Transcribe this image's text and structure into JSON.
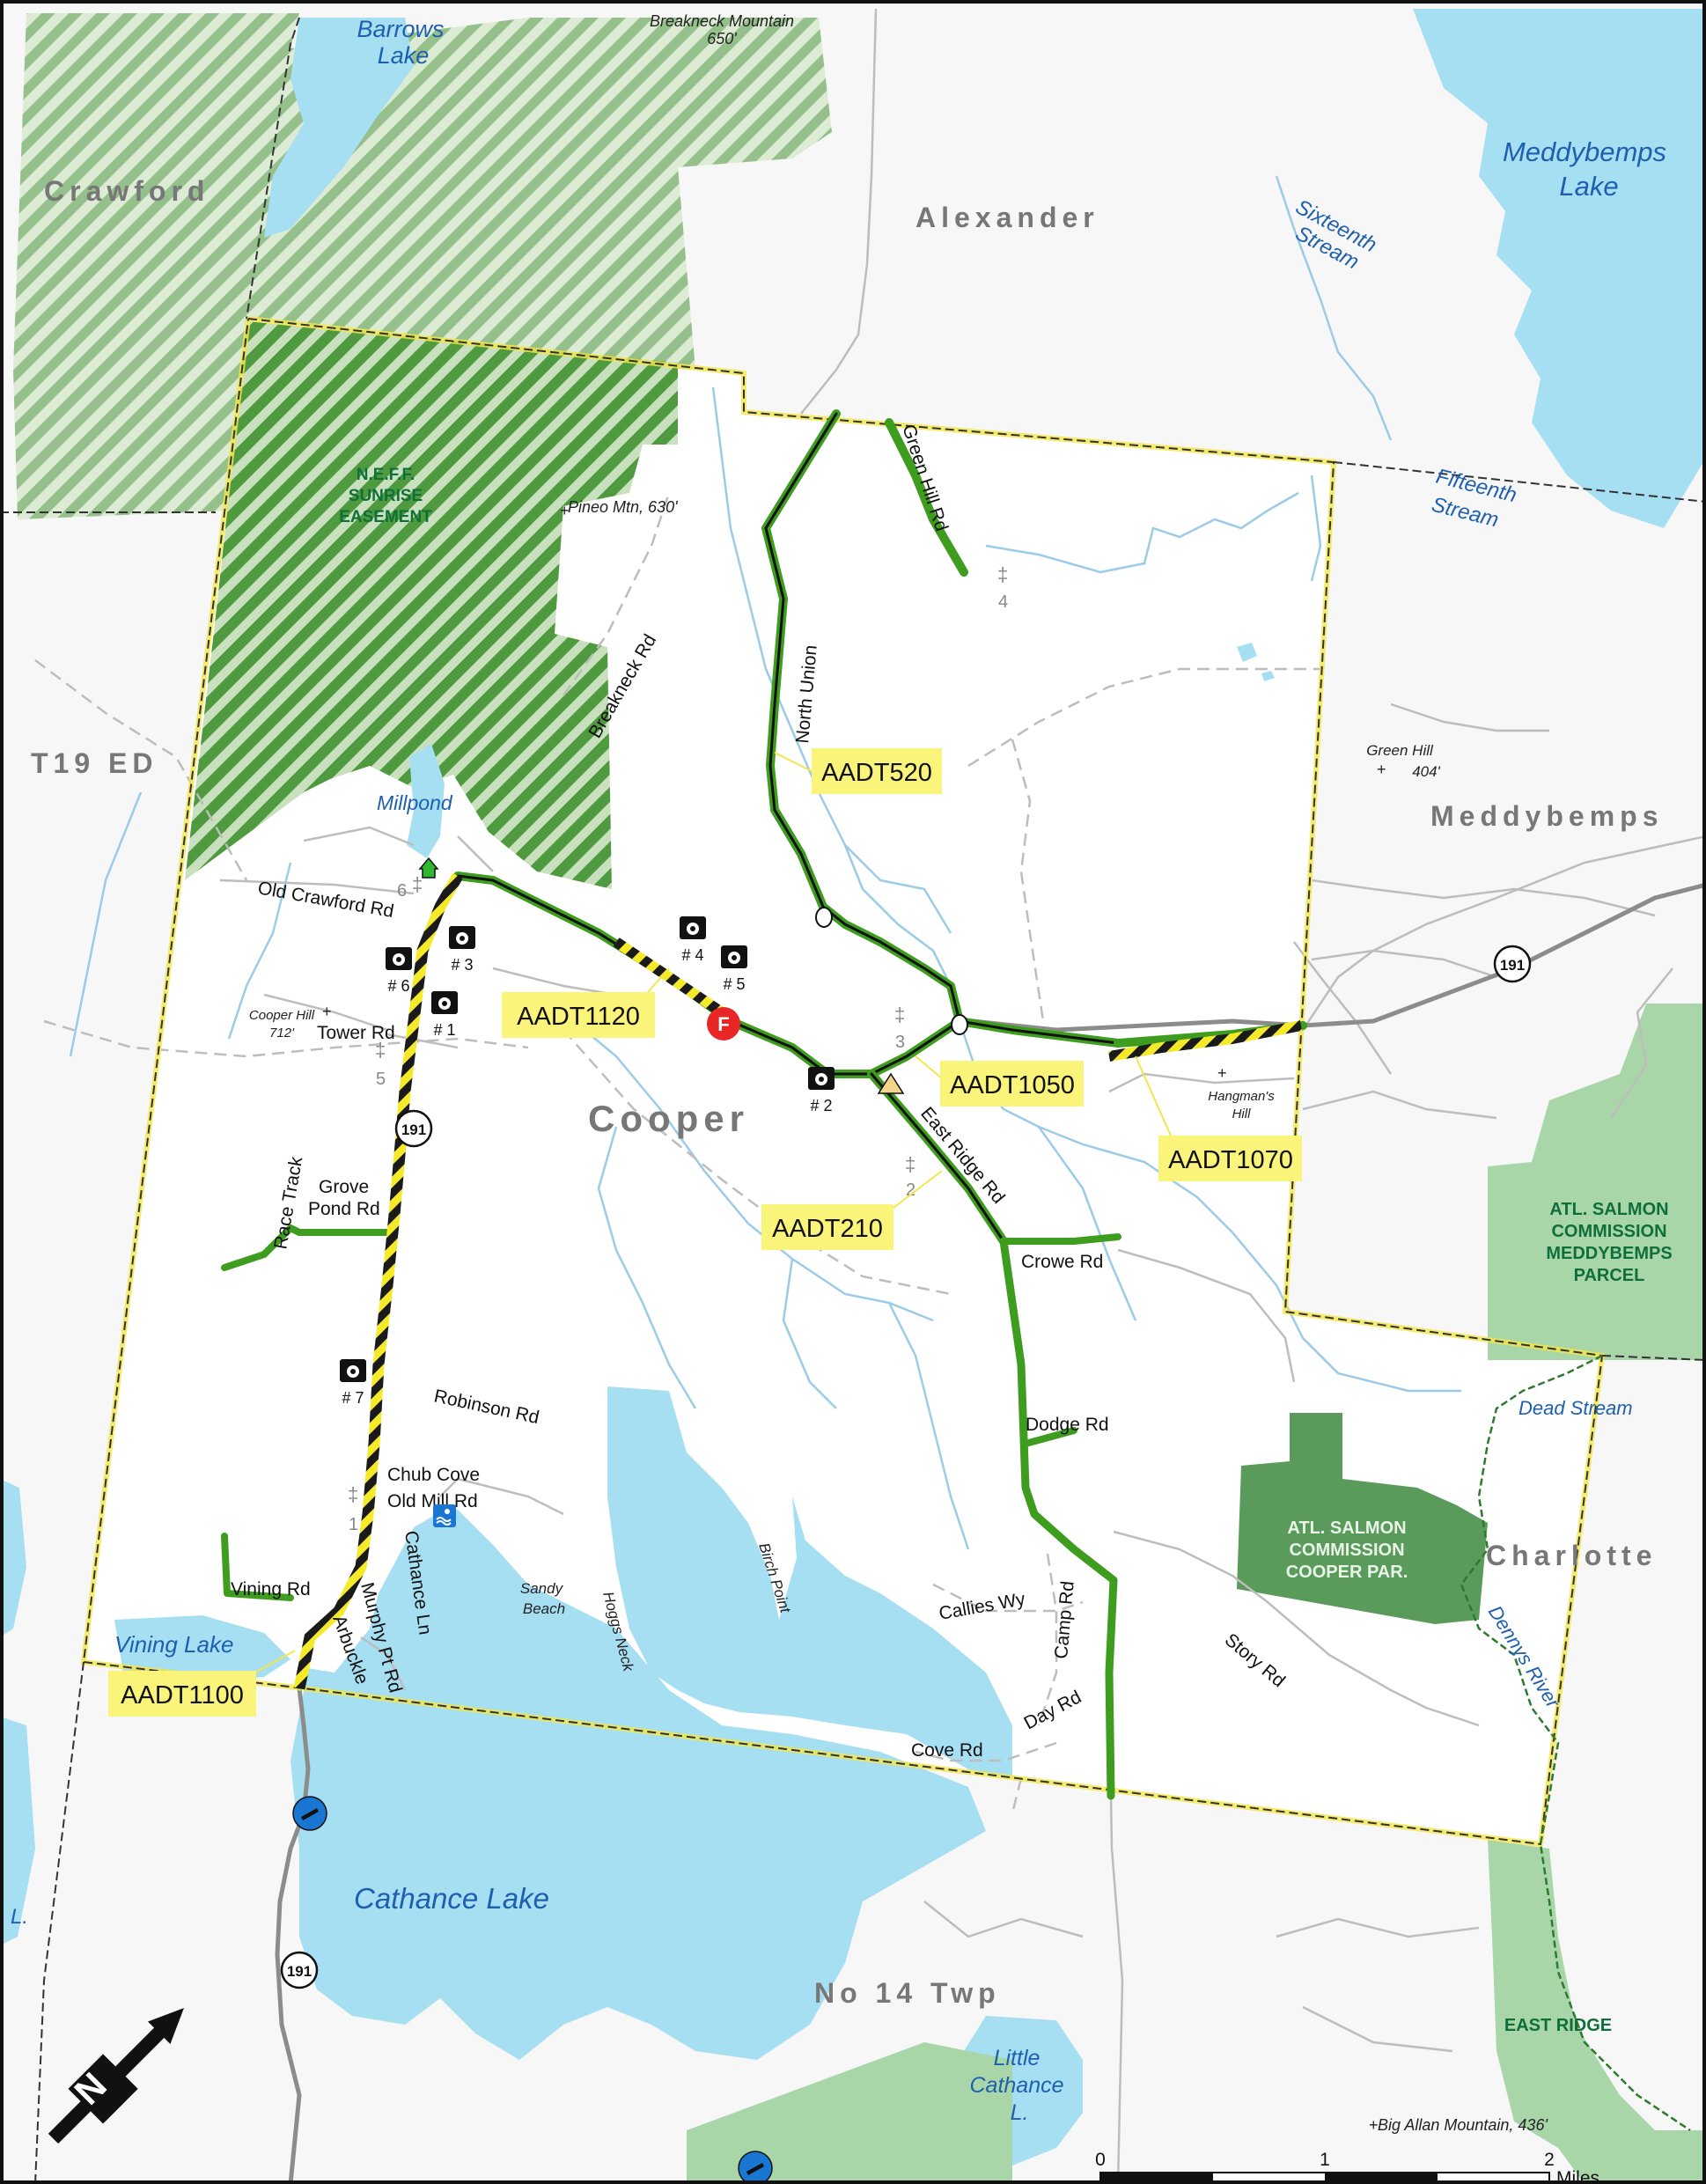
{
  "towns": [
    {
      "key": "crawford",
      "label": "Crawford"
    },
    {
      "key": "alexander",
      "label": "Alexander"
    },
    {
      "key": "t19",
      "label": "T19 ED"
    },
    {
      "key": "meddybemps",
      "label": "Meddybemps"
    },
    {
      "key": "cooper",
      "label": "Cooper"
    },
    {
      "key": "charlotte",
      "label": "Charlotte"
    },
    {
      "key": "no14",
      "label": "No 14 Twp"
    }
  ],
  "water_labels": {
    "barrows_lake": [
      "Barrows",
      "Lake"
    ],
    "meddybemps_lake": [
      "Meddybemps",
      "Lake"
    ],
    "sixteenth_stream": [
      "Sixteenth",
      "Stream"
    ],
    "fifteenth_stream": [
      "Fifteenth",
      "Stream"
    ],
    "millpond": "Millpond",
    "dead_stream": "Dead Stream",
    "dennys_river": "Dennys River",
    "vining_lake": "Vining Lake",
    "cathance_lake": "Cathance Lake",
    "little_cathance": [
      "Little",
      "Cathance",
      "L."
    ],
    "l_edge": "L."
  },
  "conservation_labels": {
    "neff": [
      "N.E.F.F.",
      "SUNRISE",
      "EASEMENT"
    ],
    "atl_meddybemps": [
      "ATL. SALMON",
      "COMMISSION",
      "MEDDYBEMPS",
      "PARCEL"
    ],
    "atl_cooper": [
      "ATL. SALMON",
      "COMMISSION",
      "COOPER PAR."
    ],
    "east_ridge": "EAST RIDGE"
  },
  "peaks": {
    "breakneck": [
      "Breakneck Mountain",
      "650'"
    ],
    "pineo": "Pineo Mtn, 630'",
    "cooper_hill": [
      "Cooper Hill",
      "712'"
    ],
    "green_hill": [
      "Green Hill",
      "404'"
    ],
    "hangmans": [
      "Hangman's",
      "Hill"
    ],
    "big_allan": "Big Allan Mountain, 436'"
  },
  "road_labels": {
    "green_hill_rd": "Green Hill Rd",
    "north_union": "North Union",
    "breakneck_rd": "Breakneck Rd",
    "old_crawford_rd": "Old Crawford Rd",
    "tower_rd": "Tower Rd",
    "east_ridge_rd": "East Ridge Rd",
    "race_track": "Race Track",
    "grove_pond_rd": [
      "Grove",
      "Pond Rd"
    ],
    "crowe_rd": "Crowe Rd",
    "robinson_rd": "Robinson Rd",
    "dodge_rd": "Dodge Rd",
    "chub_cove": "Chub Cove",
    "old_mill_rd": "Old Mill Rd",
    "vining_rd": "Vining Rd",
    "murphy_pt_rd": "Murphy Pt Rd",
    "arbuckle": "Arbuckle",
    "cathance_ln": "Cathance Ln",
    "sandy_beach": [
      "Sandy",
      "Beach"
    ],
    "hoggs_neck": "Hoggs Neck",
    "birch_point": "Birch Point",
    "callies_wy": "Callies Wy",
    "camp_rd": "Camp Rd",
    "story_rd": "Story Rd",
    "day_rd": "Day Rd",
    "cove_rd": "Cove Rd"
  },
  "route_shield": "191",
  "aadt_labels": {
    "a520": "AADT520",
    "a1120": "AADT1120",
    "a1050": "AADT1050",
    "a1070": "AADT1070",
    "a210": "AADT210",
    "a1100": "AADT1100"
  },
  "cemeteries": {
    "c1": "1",
    "c2": "2",
    "c3": "3",
    "c4": "4",
    "c5": "5",
    "c6": "6"
  },
  "cameras": {
    "cam1": "# 1",
    "cam2": "# 2",
    "cam3": "# 3",
    "cam4": "# 4",
    "cam5": "# 5",
    "cam6": "# 6",
    "cam7": "# 7"
  },
  "fire_station": "F",
  "scale_bar": {
    "ticks": [
      "0",
      "1",
      "2"
    ],
    "unit": "Miles"
  },
  "north_arrow": "N",
  "colors": {
    "water": "#a6def2",
    "water_label": "#1f5fb0",
    "stream": "#9ccbe8",
    "green_road": "#3e9c1f",
    "hatch": "#6aa84f",
    "parcel_dark": "#5a9a5a",
    "parcel_light": "#a9d6a9",
    "aadt_fill": "#fbf47a",
    "town_boundary": "#f3e64a",
    "town_label": "#777777"
  }
}
